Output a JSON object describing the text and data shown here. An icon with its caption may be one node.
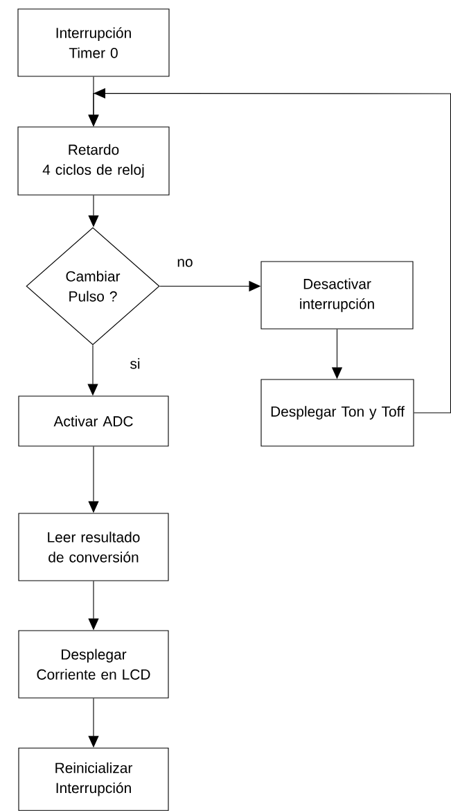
{
  "diagram": {
    "nodes": [
      {
        "text": [
          "Interrupción Timer 0"
        ]
      },
      {
        "text": [
          "Retardo",
          "4 ciclos de reloj"
        ]
      },
      {
        "text": [
          "Cambiar Pulso ?"
        ]
      },
      {
        "text": [
          "Desactivar interrupción"
        ]
      },
      {
        "text": [
          "Desplegar Ton y Toff"
        ]
      },
      {
        "text": [
          "Activar ADC"
        ]
      },
      {
        "text": [
          "Leer resultado de conversión"
        ]
      },
      {
        "text": [
          "Desplegar Corriente en LCD"
        ]
      },
      {
        "text": [
          "Reinicializar Interrupción"
        ]
      }
    ],
    "edges": [
      {
        "from": 0,
        "to": 1,
        "arrow": "to"
      },
      {
        "from": 1,
        "to": 2,
        "arrow": "to"
      },
      {
        "from": 2,
        "to": 3,
        "arrow": "to",
        "label": "no"
      },
      {
        "from": 2,
        "to": 5,
        "arrow": "to",
        "label": "si"
      },
      {
        "from": 3,
        "to": 4,
        "arrow": "to"
      },
      {
        "from": 4,
        "to": 1,
        "arrow": "to"
      },
      {
        "from": 5,
        "to": 6,
        "arrow": "to"
      },
      {
        "from": 6,
        "to": 7,
        "arrow": "to"
      },
      {
        "from": 7,
        "to": 8,
        "arrow": "to"
      }
    ]
  }
}
